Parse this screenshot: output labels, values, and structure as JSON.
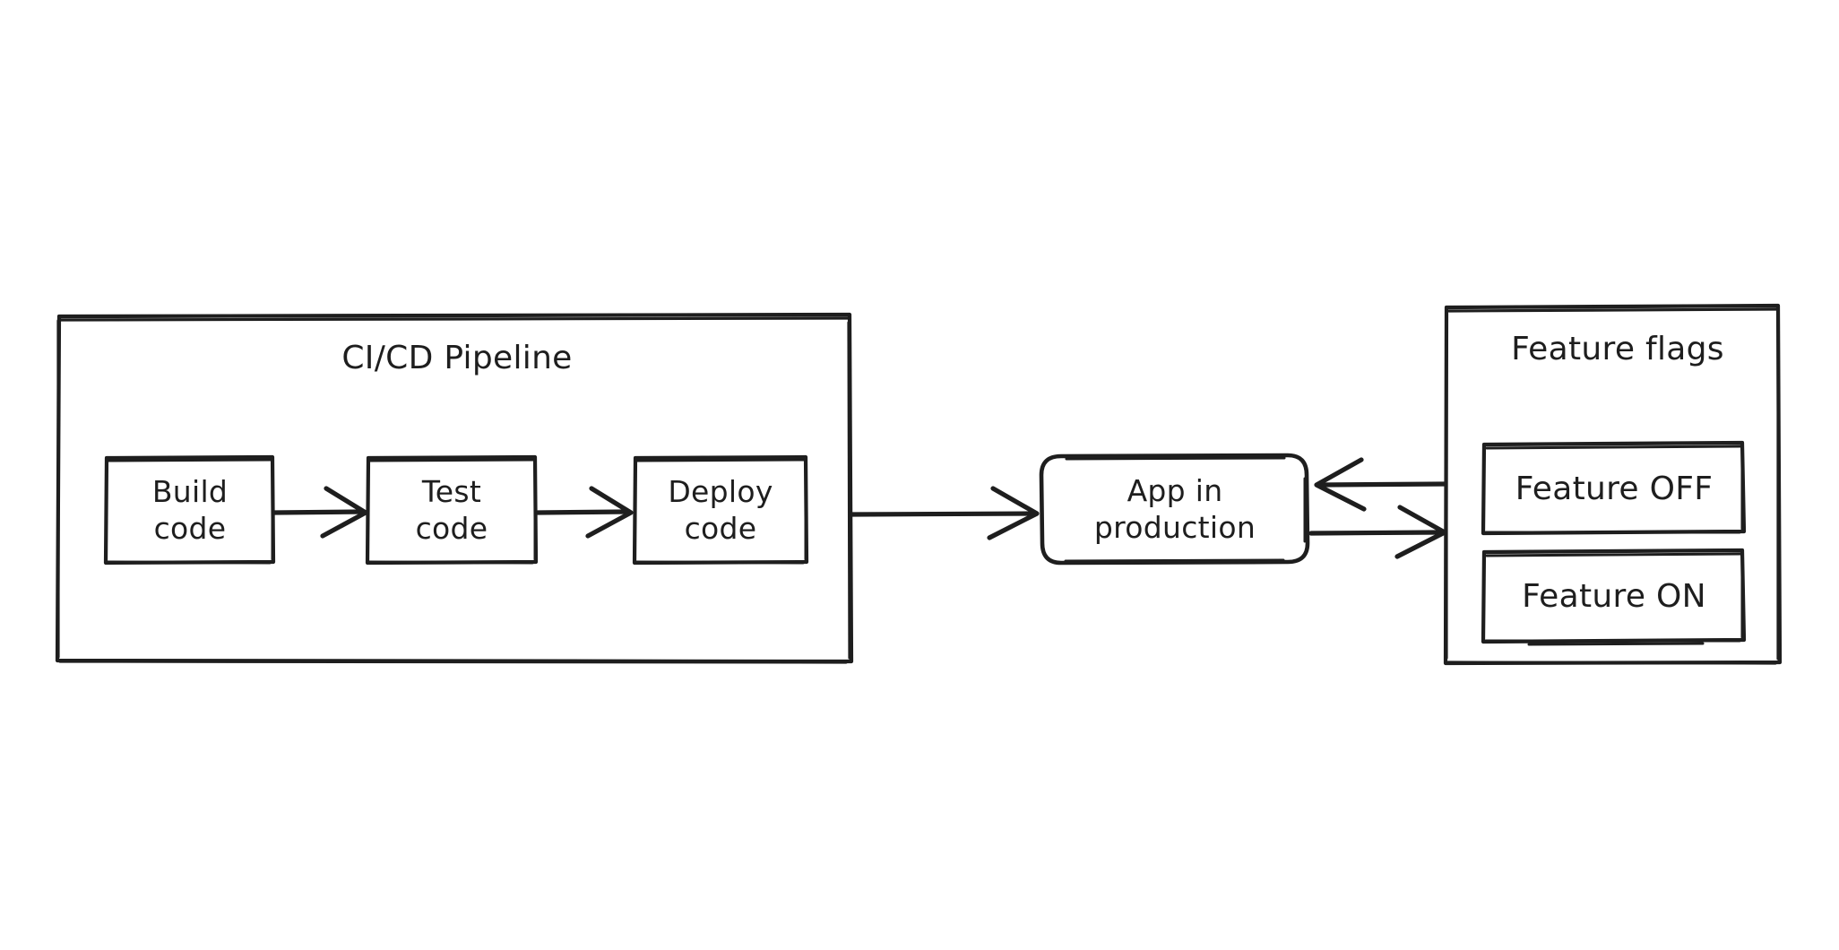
{
  "diagram": {
    "type": "flowchart",
    "style": "hand-drawn",
    "background_color": "#ffffff",
    "stroke_color": "#1e1e1e",
    "text_color": "#1e1e1e",
    "groups": [
      {
        "id": "ci-cd-pipeline",
        "title": "CI/CD Pipeline",
        "nodes": [
          {
            "id": "build-code",
            "label": "Build\ncode"
          },
          {
            "id": "test-code",
            "label": "Test\ncode"
          },
          {
            "id": "deploy-code",
            "label": "Deploy\ncode"
          }
        ]
      },
      {
        "id": "feature-flags",
        "title": "Feature flags",
        "nodes": [
          {
            "id": "feature-off",
            "label": "Feature OFF"
          },
          {
            "id": "feature-on",
            "label": "Feature ON"
          }
        ]
      }
    ],
    "nodes": [
      {
        "id": "app-in-production",
        "label": "App in\nproduction",
        "shape": "rounded-rectangle"
      }
    ],
    "edges": [
      {
        "from": "build-code",
        "to": "test-code",
        "direction": "right"
      },
      {
        "from": "test-code",
        "to": "deploy-code",
        "direction": "right"
      },
      {
        "from": "ci-cd-pipeline",
        "to": "app-in-production",
        "direction": "right"
      },
      {
        "from": "feature-flags",
        "to": "app-in-production",
        "direction": "left"
      },
      {
        "from": "app-in-production",
        "to": "feature-flags",
        "direction": "right"
      }
    ]
  }
}
